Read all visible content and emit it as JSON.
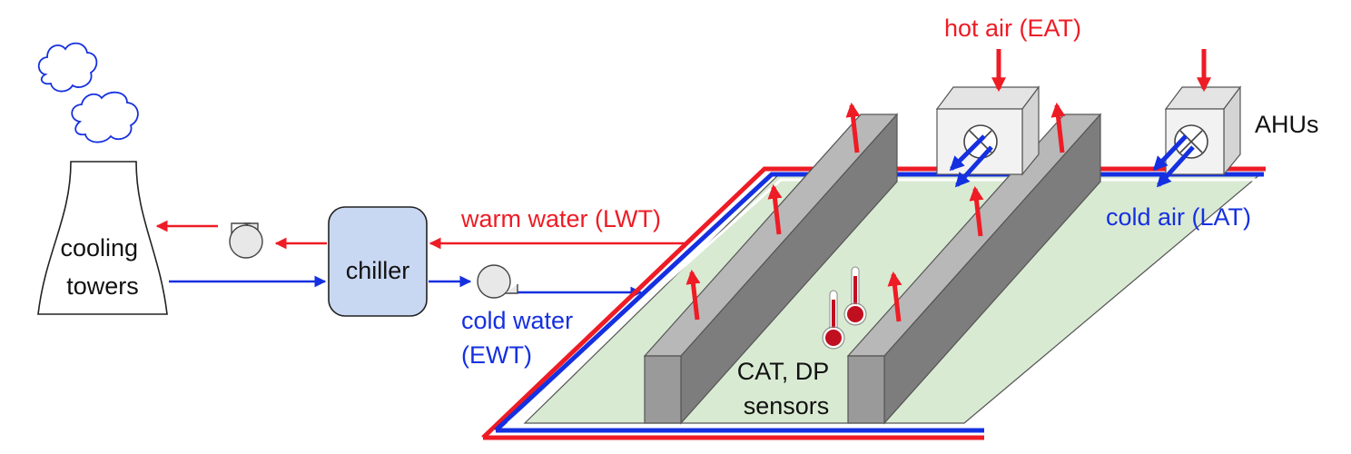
{
  "labels": {
    "cooling_towers": [
      "cooling",
      "towers"
    ],
    "chiller": "chiller",
    "warm_water": "warm water (LWT)",
    "cold_water": [
      "cold water",
      "(EWT)"
    ],
    "hot_air": "hot air (EAT)",
    "cold_air": "cold air (LAT)",
    "ahus": "AHUs",
    "sensors": [
      "CAT, DP",
      "sensors"
    ]
  },
  "colors": {
    "hot": "#ee1c25",
    "cold": "#1530e0",
    "floor": "#d9ead3",
    "rack_front": "#9a9a9a",
    "rack_top": "#b8b8b8",
    "rack_side": "#7d7d7d",
    "chiller_fill": "#c9d8f2",
    "pump_fill": "#e8e8e8",
    "ahu_front": "#f2f2f2",
    "ahu_side": "#d4d4d4",
    "thermometer": "#c01020"
  }
}
